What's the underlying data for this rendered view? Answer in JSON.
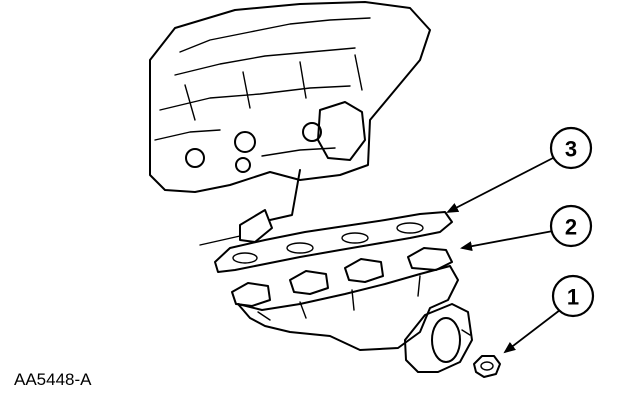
{
  "callouts": [
    {
      "number": "3",
      "part": "exhaust-manifold-gasket"
    },
    {
      "number": "2",
      "part": "exhaust-manifold"
    },
    {
      "number": "1",
      "part": "nut"
    }
  ],
  "figure_code": "AA5448-A"
}
